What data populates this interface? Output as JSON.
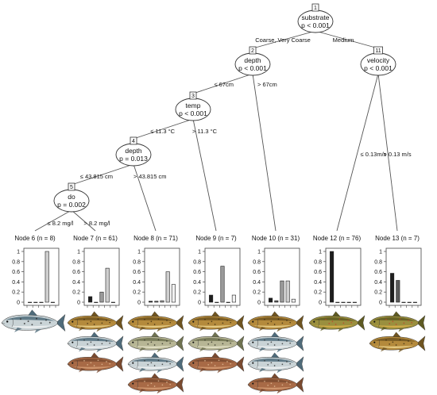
{
  "inner_nodes": [
    {
      "id": "1",
      "variable": "substrate",
      "p": "p < 0.001"
    },
    {
      "id": "2",
      "variable": "depth",
      "p": "p < 0.001"
    },
    {
      "id": "3",
      "variable": "temp",
      "p": "p < 0.001"
    },
    {
      "id": "4",
      "variable": "depth",
      "p": "p = 0.013"
    },
    {
      "id": "5",
      "variable": "do",
      "p": "p = 0.002"
    },
    {
      "id": "11",
      "variable": "velocity",
      "p": "p < 0.001"
    }
  ],
  "edges": [
    {
      "from": "1",
      "to": "2",
      "label": "Coarse, Very Coarse"
    },
    {
      "from": "1",
      "to": "11",
      "label": "Medium"
    },
    {
      "from": "2",
      "to": "3",
      "label": "≤ 67cm"
    },
    {
      "from": "2",
      "to": "10",
      "label": "> 67cm"
    },
    {
      "from": "3",
      "to": "4",
      "label": "≤ 11.3 °C"
    },
    {
      "from": "3",
      "to": "9",
      "label": "> 11.3 °C"
    },
    {
      "from": "4",
      "to": "5",
      "label": "≤ 43.815 cm"
    },
    {
      "from": "4",
      "to": "8",
      "label": "> 43.815 cm"
    },
    {
      "from": "5",
      "to": "6",
      "label": "≤ 8.2 mg/l"
    },
    {
      "from": "5",
      "to": "7",
      "label": "> 8.2 mg/l"
    },
    {
      "from": "11",
      "to": "12",
      "label": "≤ 0.13m/s"
    },
    {
      "from": "11",
      "to": "13",
      "label": "> 0.13 m/s"
    }
  ],
  "terminal_nodes": [
    {
      "id": "6",
      "label": "Node 6 (n = 8)",
      "values": [
        0,
        0,
        0,
        1.0,
        0
      ],
      "fish": [
        "steelhead"
      ]
    },
    {
      "id": "7",
      "label": "Node 7 (n = 61)",
      "values": [
        0.11,
        0,
        0.2,
        0.67,
        0
      ],
      "fish": [
        "brown-trout",
        "steelhead",
        "bull-trout"
      ]
    },
    {
      "id": "8",
      "label": "Node 8 (n = 71)",
      "values": [
        0.02,
        0.02,
        0.03,
        0.6,
        0.35
      ],
      "fish": [
        "brown-trout",
        "cutthroat",
        "steelhead",
        "bull-trout"
      ]
    },
    {
      "id": "9",
      "label": "Node 9 (n = 7)",
      "values": [
        0.14,
        0,
        0.71,
        0,
        0.14
      ],
      "fish": [
        "brown-trout",
        "cutthroat",
        "bull-trout"
      ]
    },
    {
      "id": "10",
      "label": "Node 10 (n = 31)",
      "values": [
        0.08,
        0.03,
        0.42,
        0.42,
        0.06
      ],
      "fish": [
        "brown-trout",
        "steelhead",
        "steelhead",
        "bull-trout"
      ]
    },
    {
      "id": "12",
      "label": "Node 12 (n = 76)",
      "values": [
        1.0,
        0,
        0,
        0,
        0
      ],
      "fish": [
        "brook-trout"
      ]
    },
    {
      "id": "13",
      "label": "Node 13 (n = 7)",
      "values": [
        0.57,
        0.43,
        0,
        0,
        0
      ],
      "fish": [
        "brook-trout",
        "brown-trout"
      ]
    }
  ],
  "axis_ticks": [
    "0",
    "0.2",
    "0.4",
    "0.6",
    "0.8",
    "1"
  ],
  "bar_colors": [
    "#1e1e1e",
    "#5a5a5a",
    "#9a9a9a",
    "#cfcfcf",
    "#f2f2f2"
  ],
  "fish_colors": {
    "steelhead": {
      "body": "#c9d3d6",
      "back": "#4f6b7a",
      "belly": "#eef1f2",
      "spot": "#2b2b2b"
    },
    "brown-trout": {
      "body": "#b48a3c",
      "back": "#6f5420",
      "belly": "#e8cf8a",
      "spot": "#3a2a12"
    },
    "bull-trout": {
      "body": "#a86a46",
      "back": "#7a4a2f",
      "belly": "#d39b72",
      "spot": "#e3c09a"
    },
    "cutthroat": {
      "body": "#b7b695",
      "back": "#6f7250",
      "belly": "#e4e2c8",
      "spot": "#2f2f25"
    },
    "brook-trout": {
      "body": "#9a8f3e",
      "back": "#5e5a22",
      "belly": "#d9b04a",
      "spot": "#c2402a"
    }
  }
}
